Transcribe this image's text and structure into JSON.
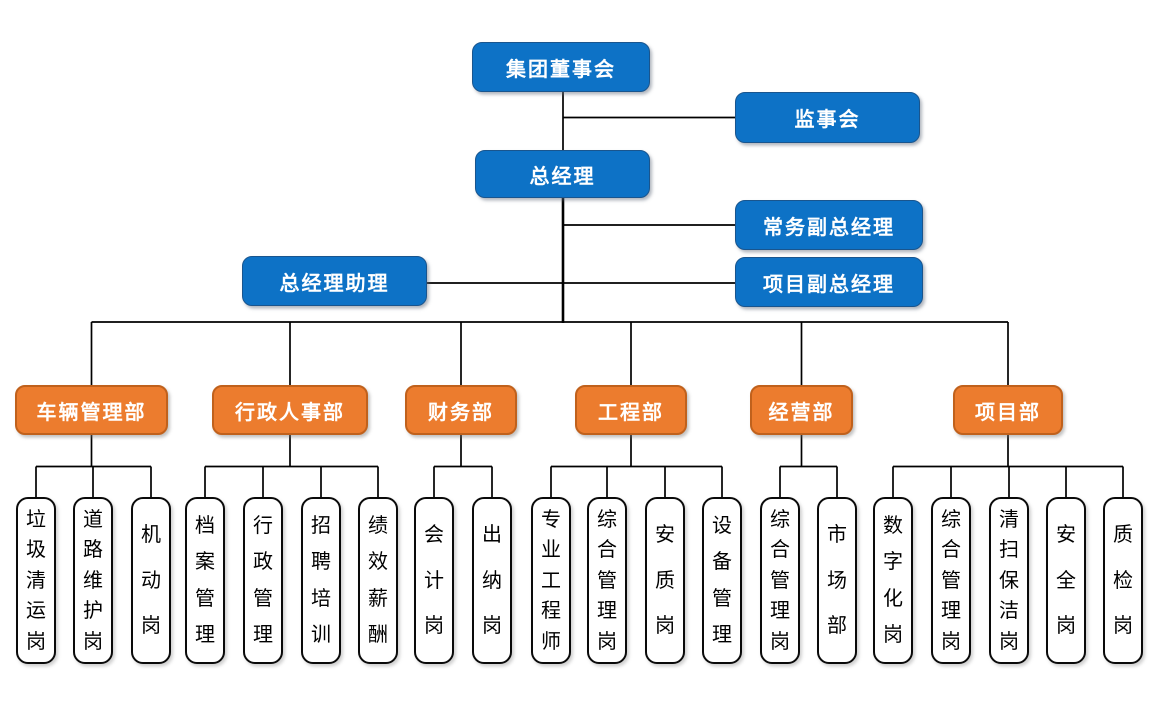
{
  "colors": {
    "node_blue": "#0d72c6",
    "node_orange": "#ec7c2e",
    "orange_border": "#c0611c",
    "line": "#000000"
  },
  "executive": {
    "board": "集团董事会",
    "supervisory_board": "监事会",
    "general_manager": "总经理",
    "executive_deputy_gm": "常务副总经理",
    "gm_assistant": "总经理助理",
    "project_deputy_gm": "项目副总经理"
  },
  "departments": [
    {
      "name": "车辆管理部",
      "positions": [
        "垃圾清运岗",
        "道路维护岗",
        "机动岗"
      ]
    },
    {
      "name": "行政人事部",
      "positions": [
        "档案管理",
        "行政管理",
        "招聘培训",
        "绩效薪酬"
      ]
    },
    {
      "name": "财务部",
      "positions": [
        "会计岗",
        "出纳岗"
      ]
    },
    {
      "name": "工程部",
      "positions": [
        "专业工程师",
        "综合管理岗",
        "安质岗",
        "设备管理"
      ]
    },
    {
      "name": "经营部",
      "positions": [
        "综合管理岗",
        "市场部"
      ]
    },
    {
      "name": "项目部",
      "positions": [
        "数字化岗",
        "综合管理岗",
        "清扫保洁岗",
        "安全岗",
        "质检岗"
      ]
    }
  ]
}
